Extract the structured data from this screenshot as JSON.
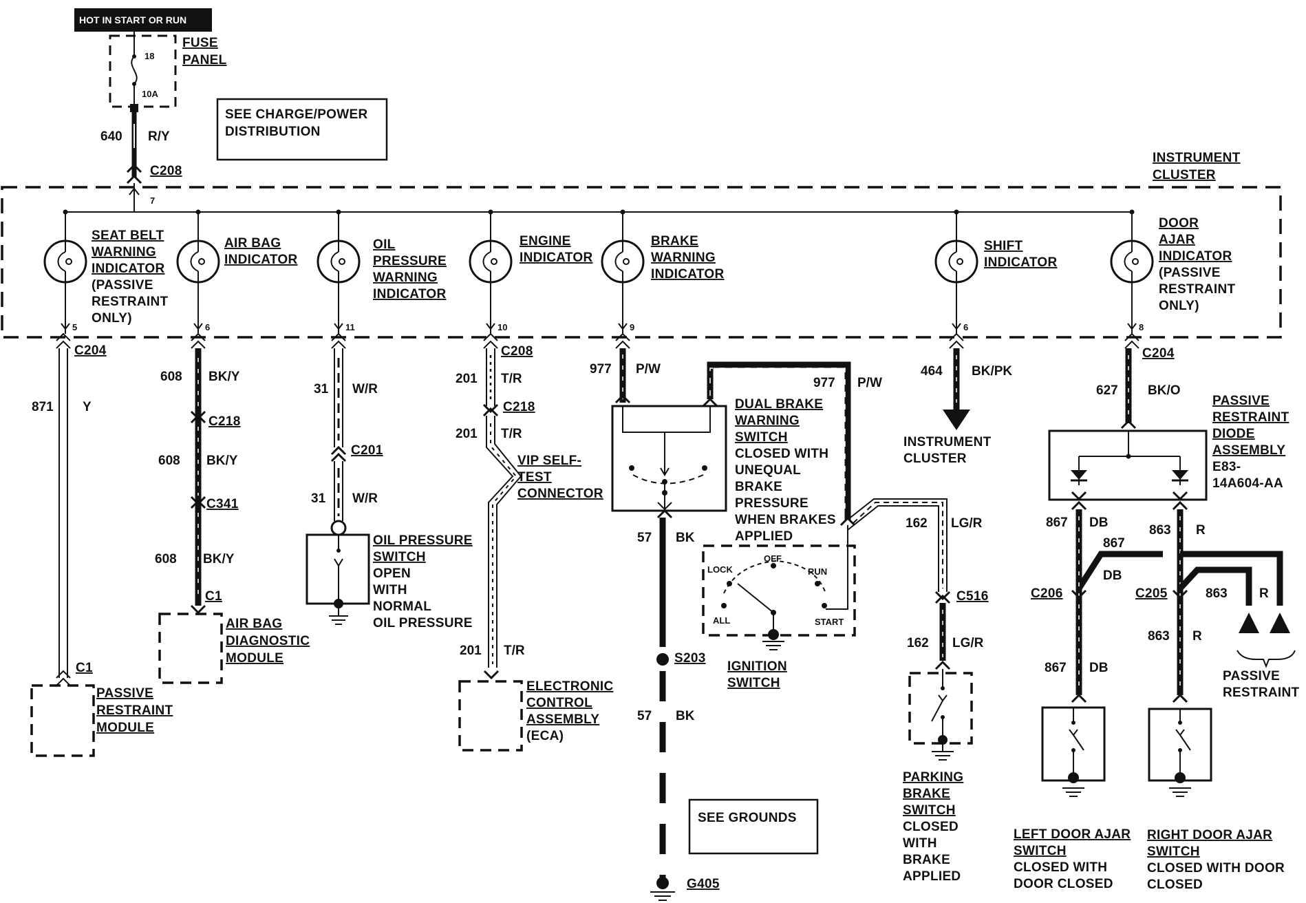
{
  "top": {
    "hot_label": "HOT IN START OR RUN",
    "fuse_panel_line1": "FUSE",
    "fuse_panel_line2": "PANEL",
    "fuse_num": "18",
    "fuse_amp": "10A",
    "see_charge_line1": "SEE CHARGE/POWER",
    "see_charge_line2": "DISTRIBUTION",
    "wire_640": "640",
    "wire_640_color": "R/Y",
    "c208_top": "C208",
    "pin_7": "7"
  },
  "cluster": {
    "title_line1": "INSTRUMENT",
    "title_line2": "CLUSTER"
  },
  "indicators": [
    {
      "lines": [
        "SEAT BELT",
        "WARNING",
        "INDICATOR",
        "(PASSIVE",
        "RESTRAINT",
        "ONLY)"
      ],
      "pin": "5"
    },
    {
      "lines": [
        "AIR BAG",
        "INDICATOR"
      ],
      "pin": "6"
    },
    {
      "lines": [
        "OIL",
        "PRESSURE",
        "WARNING",
        "INDICATOR"
      ],
      "pin": "11"
    },
    {
      "lines": [
        "ENGINE",
        "INDICATOR"
      ],
      "pin": "10"
    },
    {
      "lines": [
        "BRAKE",
        "WARNING",
        "INDICATOR"
      ],
      "pin": "9"
    },
    {
      "lines": [
        "SHIFT",
        "INDICATOR"
      ],
      "pin": "6"
    },
    {
      "lines": [
        "DOOR",
        "AJAR",
        "INDICATOR",
        "(PASSIVE",
        "RESTRAINT",
        "ONLY)"
      ],
      "pin": "8"
    }
  ],
  "col1": {
    "c204": "C204",
    "wire": "871",
    "color": "Y",
    "c1": "C1",
    "module": [
      "PASSIVE",
      "RESTRAINT",
      "MODULE"
    ]
  },
  "col2": {
    "wire1": "608",
    "color1": "BK/Y",
    "c218": "C218",
    "wire2": "608",
    "color2": "BK/Y",
    "c341": "C341",
    "wire3": "608",
    "color3": "BK/Y",
    "c1": "C1",
    "module": [
      "AIR BAG",
      "DIAGNOSTIC",
      "MODULE"
    ]
  },
  "col3": {
    "wire1": "31",
    "color1": "W/R",
    "c201": "C201",
    "wire2": "31",
    "color2": "W/R",
    "switch": [
      "OIL PRESSURE",
      "SWITCH",
      "OPEN",
      "WITH",
      "NORMAL",
      "OIL PRESSURE"
    ]
  },
  "col4": {
    "c208": "C208",
    "wire1": "201",
    "color1": "T/R",
    "c218": "C218",
    "wire2": "201",
    "color2": "T/R",
    "vip": [
      "VIP SELF-",
      "TEST",
      "CONNECTOR"
    ],
    "wire3": "201",
    "color3": "T/R",
    "eca": [
      "ELECTRONIC",
      "CONTROL",
      "ASSEMBLY",
      "(ECA)"
    ]
  },
  "col5": {
    "wire1": "977",
    "color1": "P/W",
    "wire2": "977",
    "color2": "P/W",
    "dual_brake": [
      "DUAL BRAKE",
      "WARNING",
      "SWITCH",
      "CLOSED WITH",
      "UNEQUAL",
      "BRAKE",
      "PRESSURE",
      "WHEN BRAKES",
      "APPLIED"
    ],
    "wire3": "57",
    "color3": "BK",
    "ignition_positions": [
      "LOCK",
      "OFF",
      "RUN",
      "ALL",
      "START"
    ],
    "ignition": [
      "IGNITION",
      "SWITCH"
    ],
    "s203": "S203",
    "wire4": "57",
    "color4": "BK",
    "see_grounds": "SEE GROUNDS",
    "g405": "G405"
  },
  "col6": {
    "wire1": "464",
    "color1": "BK/PK",
    "dest": [
      "INSTRUMENT",
      "CLUSTER"
    ],
    "wire2": "162",
    "color2": "LG/R",
    "c516": "C516",
    "wire3": "162",
    "color3": "LG/R",
    "parking": [
      "PARKING",
      "BRAKE",
      "SWITCH",
      "CLOSED",
      "WITH",
      "BRAKE",
      "APPLIED"
    ]
  },
  "col7": {
    "c204": "C204",
    "wire1": "627",
    "color1": "BK/O",
    "diode": [
      "PASSIVE",
      "RESTRAINT",
      "DIODE",
      "ASSEMBLY",
      "E83-",
      "14A604-AA"
    ],
    "w867a": "867",
    "c867a": "DB",
    "w867b": "867",
    "c867b": "DB",
    "c206": "C206",
    "w867c": "867",
    "c867c": "DB",
    "w863a": "863",
    "c863a": "R",
    "w863b": "863",
    "c863b": "R",
    "c205": "C205",
    "w863c": "863",
    "c863c": "R",
    "passive": [
      "PASSIVE",
      "RESTRAINT"
    ],
    "left_switch": [
      "LEFT DOOR AJAR",
      "SWITCH",
      "CLOSED WITH",
      "DOOR CLOSED"
    ],
    "right_switch": [
      "RIGHT DOOR AJAR",
      "SWITCH",
      "CLOSED WITH DOOR",
      "CLOSED"
    ]
  }
}
